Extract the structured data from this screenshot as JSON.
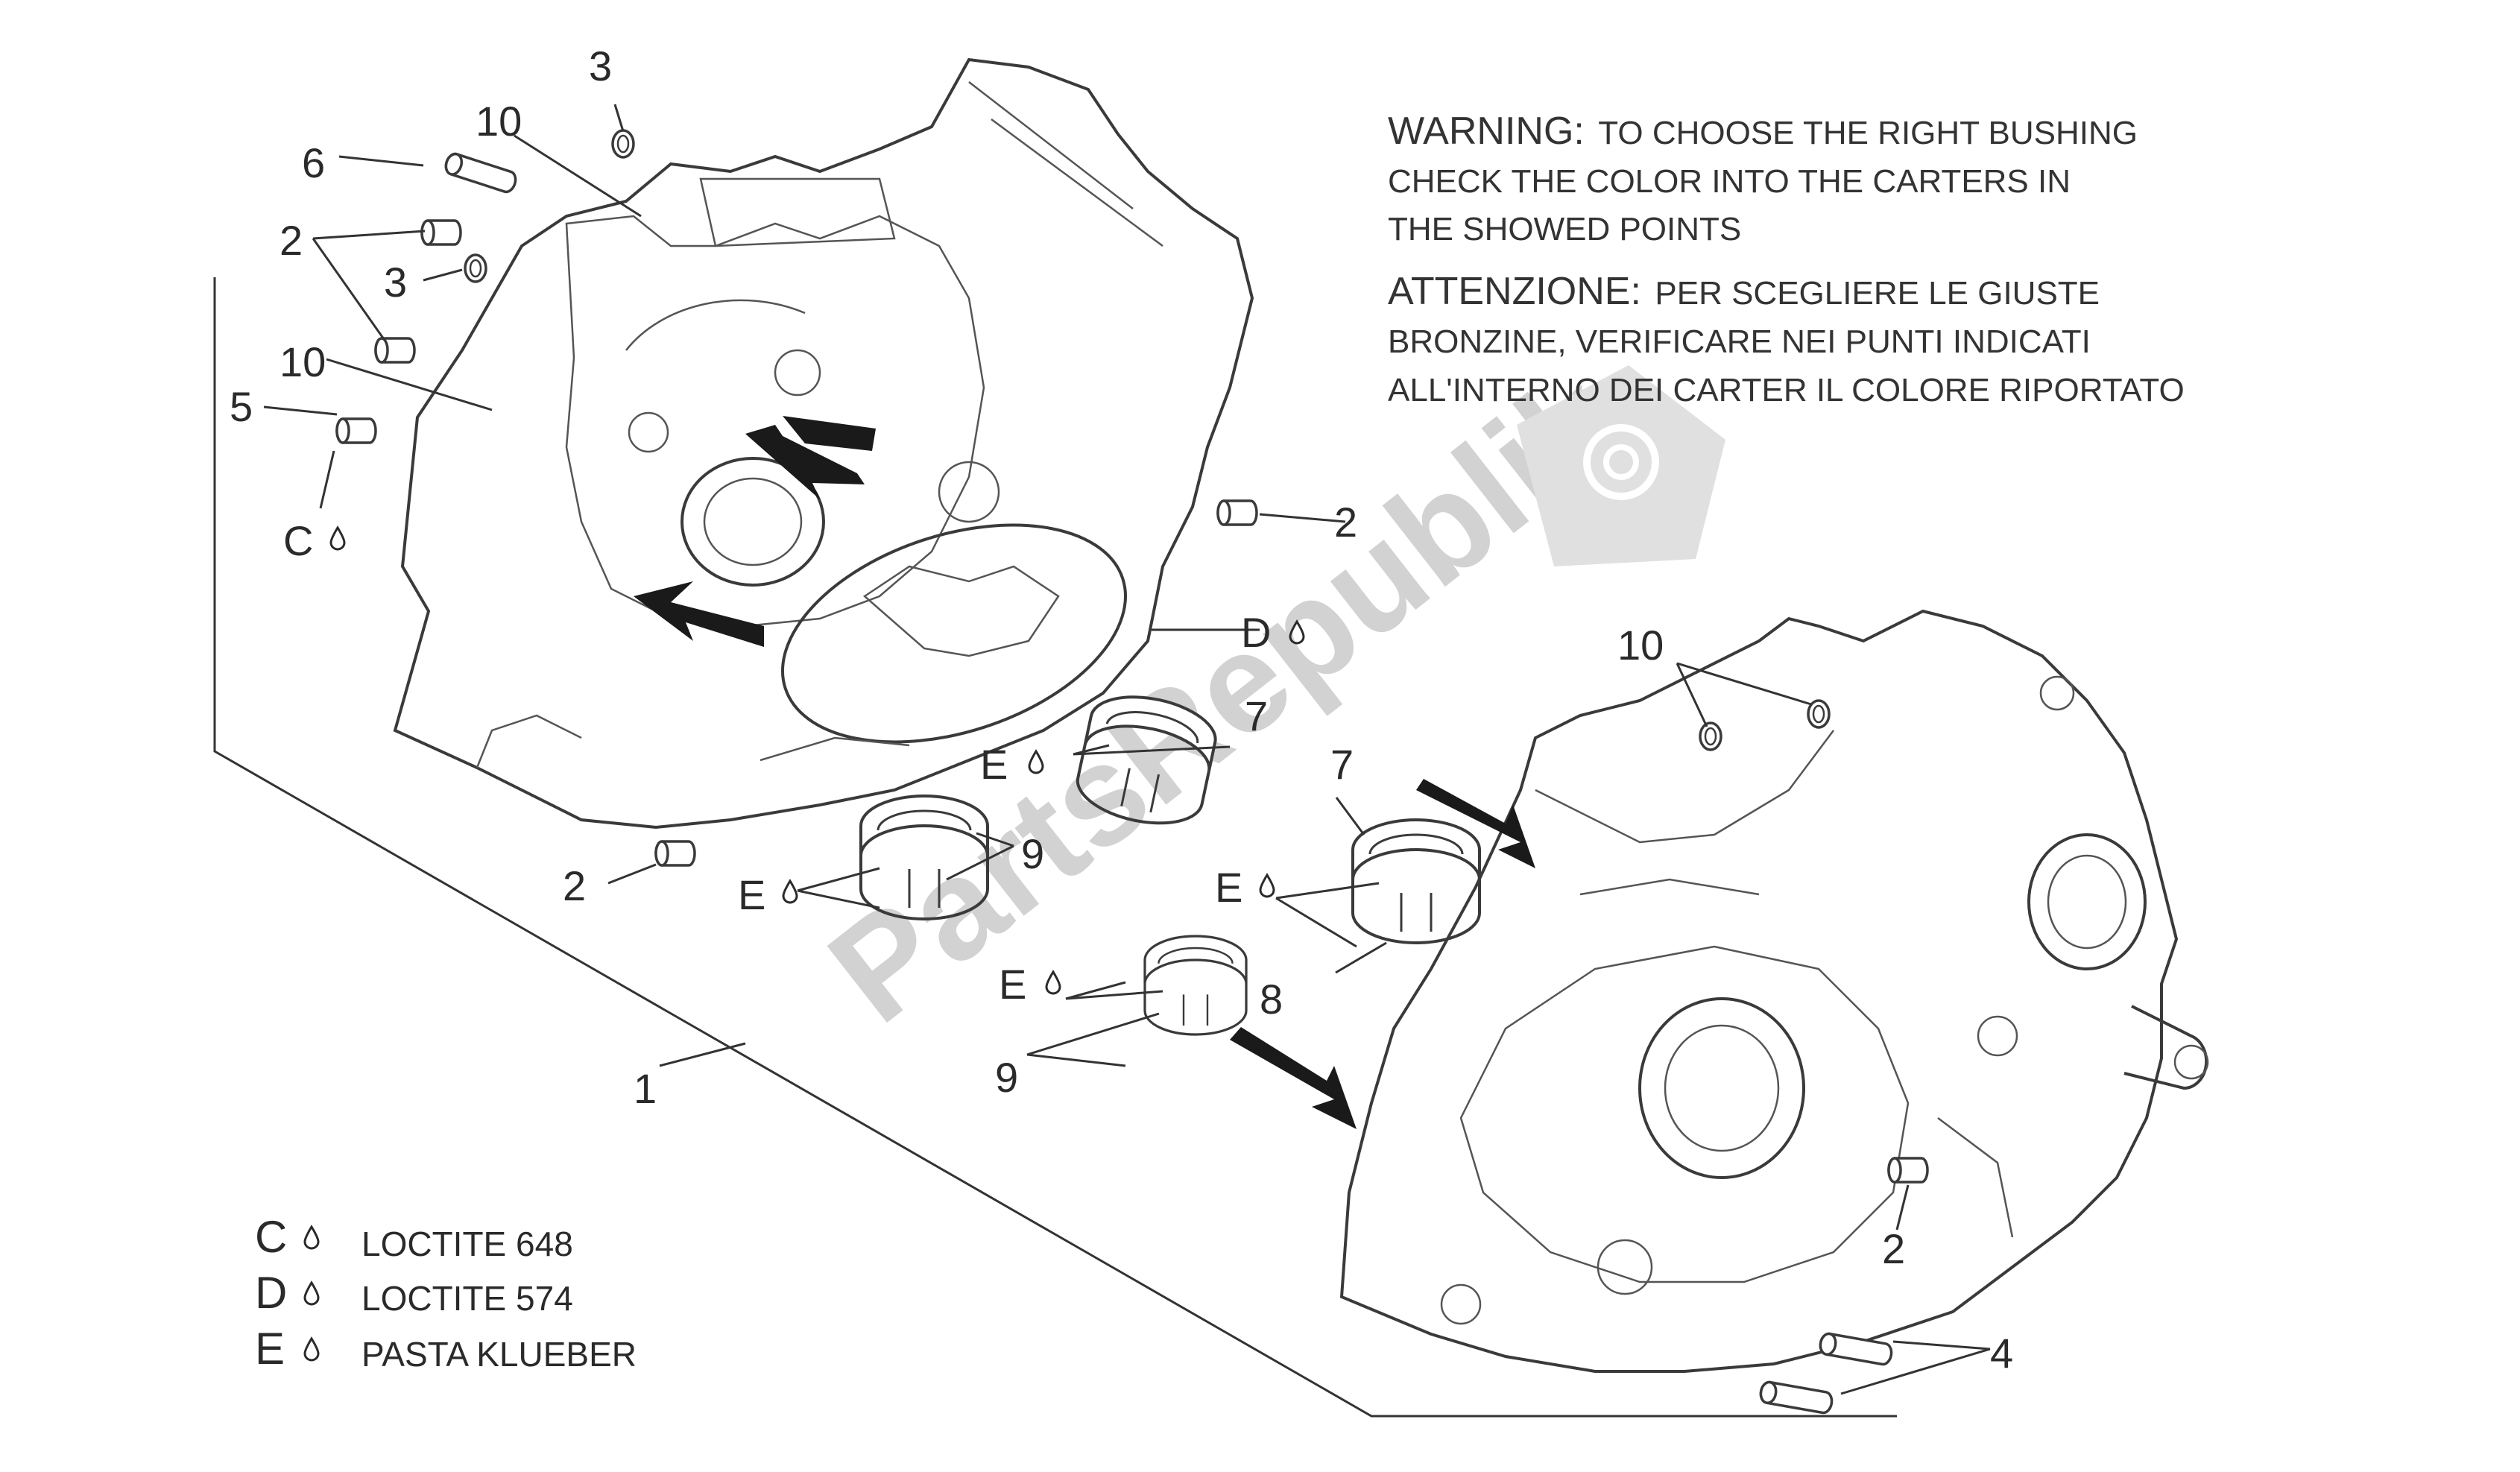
{
  "warning": {
    "en_head": "WARNING:",
    "en_line1": "TO CHOOSE THE RIGHT BUSHING",
    "en_line2": "CHECK THE COLOR INTO THE CARTERS IN",
    "en_line3": "THE SHOWED POINTS",
    "it_head": "ATTENZIONE:",
    "it_line1": "PER SCEGLIERE LE GIUSTE",
    "it_line2": "BRONZINE, VERIFICARE NEI PUNTI INDICATI",
    "it_line3": "ALL'INTERNO DEI CARTER IL COLORE RIPORTATO"
  },
  "legend": [
    {
      "letter": "C",
      "text": "LOCTITE 648"
    },
    {
      "letter": "D",
      "text": "LOCTITE 574"
    },
    {
      "letter": "E",
      "text": "PASTA KLUEBER"
    }
  ],
  "drop_icon": "drop-icon",
  "callouts": {
    "c1": "1",
    "c2a": "2",
    "c2b": "2",
    "c2c": "2",
    "c2d": "2",
    "c3a": "3",
    "c3b": "3",
    "c4": "4",
    "c5": "5",
    "c6": "6",
    "c7a": "7",
    "c7b": "7",
    "c8": "8",
    "c9a": "9",
    "c9b": "9",
    "c10a": "10",
    "c10b": "10",
    "c10c": "10",
    "cC": "C",
    "cD": "D",
    "cEa": "E",
    "cEb": "E",
    "cEc": "E",
    "cEd": "E"
  },
  "watermark": {
    "text": "PartsRepublik",
    "icon": "gear-icon"
  }
}
